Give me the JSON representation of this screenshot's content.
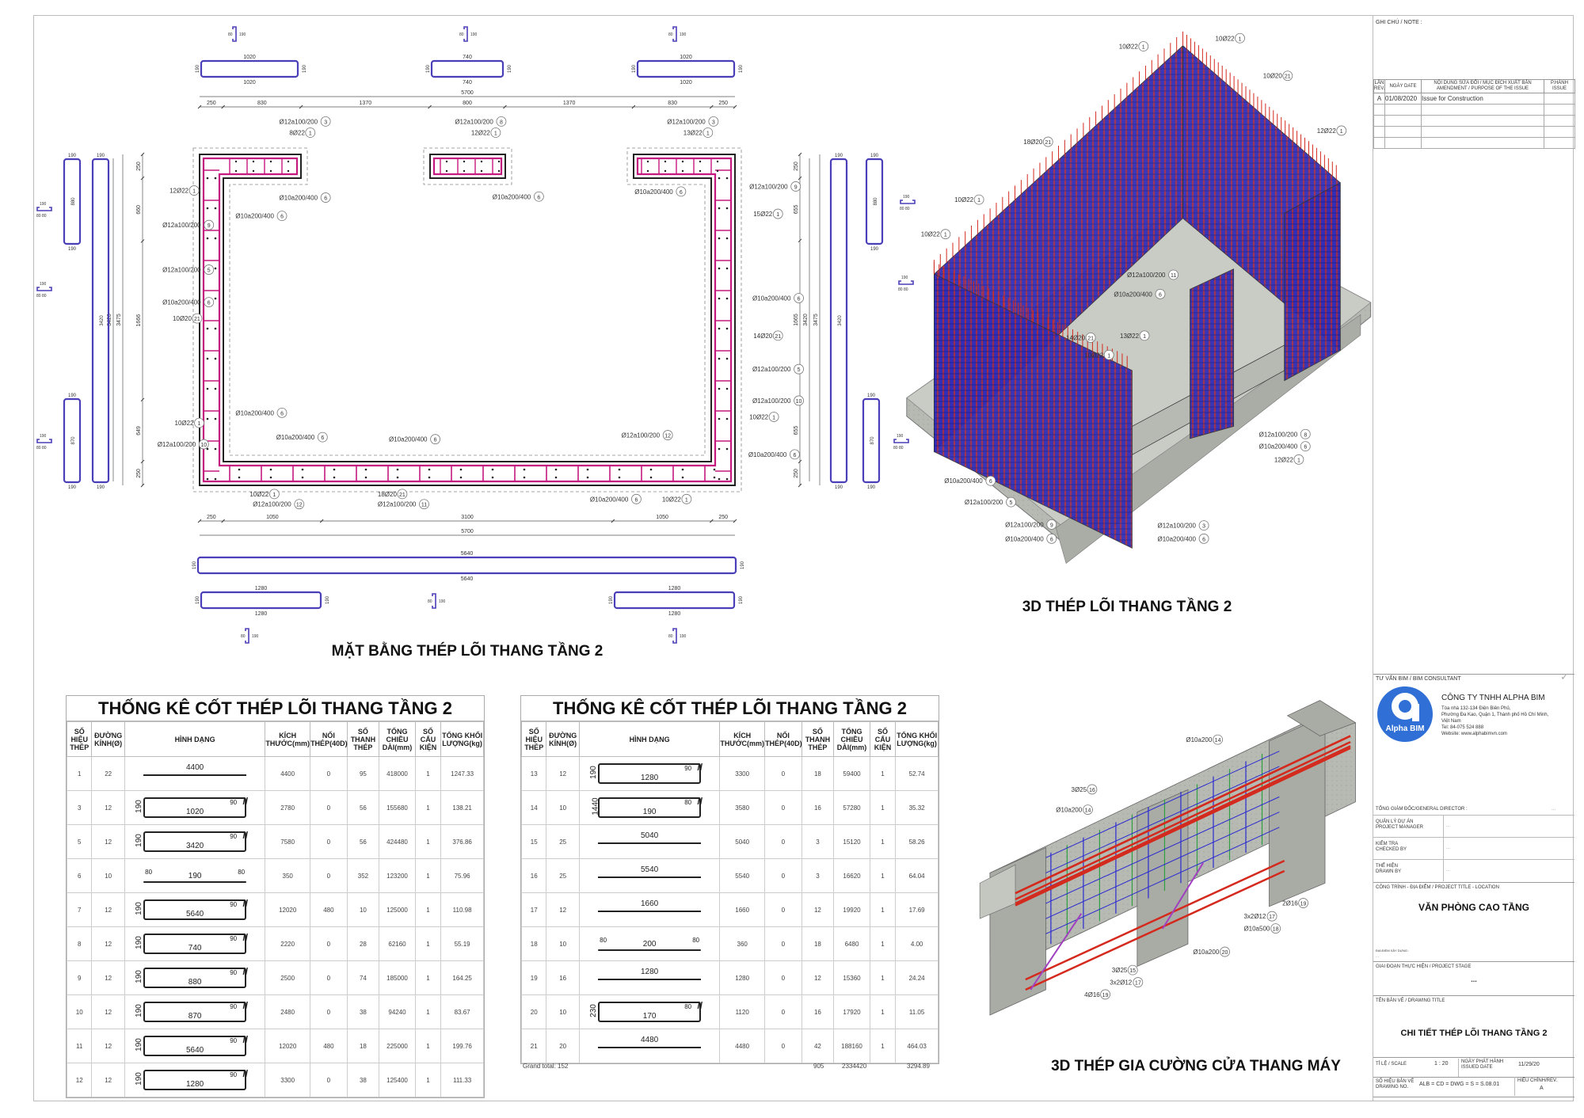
{
  "colors": {
    "rebar_plan": "#c4187f",
    "bar_shape": "#4a3fb8",
    "rebar_red": "#d42a1e",
    "rebar_blue": "#2a2ad0",
    "rebar_green": "#2ea043",
    "concrete": "#b9bcb5",
    "logo_blue": "#2f6fd6"
  },
  "plan": {
    "title": "MẶT BẰNG THÉP LÕI THANG TẦNG 2",
    "dims_top_total": "5700",
    "dims_top": [
      "250",
      "830",
      "1370",
      "800",
      "1370",
      "830",
      "250"
    ],
    "dims_bottom": [
      "250",
      "1050",
      "3100",
      "1050",
      "250"
    ],
    "dims_bottom_total": "5700",
    "dims_left": [
      "250",
      "660",
      "1666",
      "649",
      "250"
    ],
    "dims_left_total": "3475",
    "dims_left_inner": "3420",
    "dims_right": [
      "250",
      "655",
      "1665",
      "655",
      "250"
    ],
    "dims_right_total": "3475",
    "dims_right_inner": "3420",
    "bar_shapes": {
      "top": [
        {
          "len": "1020",
          "side": "190"
        },
        {
          "len": "740",
          "side": "190"
        },
        {
          "len": "1020",
          "side": "190"
        }
      ],
      "hook_small": {
        "len": "190",
        "ends": "80"
      },
      "bottom_long": {
        "len": "5640",
        "side": "190"
      },
      "bottom_short": [
        {
          "len": "1280",
          "side": "190"
        },
        {
          "len": "1280",
          "side": "190"
        }
      ],
      "left": [
        {
          "len": "880",
          "side": "190"
        },
        {
          "len": "3420",
          "side": "190"
        },
        {
          "len": "870",
          "side": "190"
        }
      ],
      "right": [
        {
          "len": "3420",
          "side": "190"
        },
        {
          "len": "880",
          "side": "190"
        },
        {
          "len": "870",
          "side": "190"
        }
      ]
    },
    "callouts": [
      {
        "text": "Ø12a100/200",
        "num": "3"
      },
      {
        "text": "8Ø22",
        "num": "1"
      },
      {
        "text": "Ø10a200/400",
        "num": "6"
      },
      {
        "text": "12Ø22",
        "num": "1"
      },
      {
        "text": "Ø10a200/400",
        "num": "6"
      },
      {
        "text": "Ø12a100/200",
        "num": "9"
      },
      {
        "text": "Ø12a100/200",
        "num": "5"
      },
      {
        "text": "Ø10a200/400",
        "num": "6"
      },
      {
        "text": "10Ø20",
        "num": "21"
      },
      {
        "text": "10Ø22",
        "num": "1"
      },
      {
        "text": "Ø12a100/200",
        "num": "10"
      },
      {
        "text": "Ø10a200/400",
        "num": "6"
      },
      {
        "text": "Ø10a200/400",
        "num": "6"
      },
      {
        "text": "Ø10a200/400",
        "num": "6"
      },
      {
        "text": "Ø12a100/200",
        "num": "12"
      },
      {
        "text": "Ø12a100/200",
        "num": "8"
      },
      {
        "text": "12Ø22",
        "num": "1"
      },
      {
        "text": "Ø10a200/400",
        "num": "6"
      },
      {
        "text": "Ø12a100/200",
        "num": "3"
      },
      {
        "text": "13Ø22",
        "num": "1"
      },
      {
        "text": "Ø10a200/400",
        "num": "6"
      },
      {
        "text": "Ø12a100/200",
        "num": "9"
      },
      {
        "text": "15Ø22",
        "num": "1"
      },
      {
        "text": "Ø10a200/400",
        "num": "6"
      },
      {
        "text": "14Ø20",
        "num": "21"
      },
      {
        "text": "Ø12a100/200",
        "num": "5"
      },
      {
        "text": "Ø12a100/200",
        "num": "10"
      },
      {
        "text": "10Ø22",
        "num": "1"
      },
      {
        "text": "Ø10a200/400",
        "num": "6"
      },
      {
        "text": "10Ø22",
        "num": "1"
      },
      {
        "text": "Ø12a100/200",
        "num": "12"
      },
      {
        "text": "18Ø20",
        "num": "21"
      },
      {
        "text": "Ø12a100/200",
        "num": "11"
      },
      {
        "text": "Ø10a200/400",
        "num": "6"
      },
      {
        "text": "10Ø22",
        "num": "1"
      }
    ]
  },
  "view3d_core": {
    "title": "3D THÉP LÕI THANG TẦNG 2",
    "callouts": [
      {
        "text": "10Ø22",
        "num": "1"
      },
      {
        "text": "10Ø22",
        "num": "1"
      },
      {
        "text": "10Ø20",
        "num": "21"
      },
      {
        "text": "12Ø22",
        "num": "1"
      },
      {
        "text": "18Ø20",
        "num": "21"
      },
      {
        "text": "10Ø22",
        "num": "1"
      },
      {
        "text": "10Ø22",
        "num": "1"
      },
      {
        "text": "Ø12a100/200",
        "num": "11"
      },
      {
        "text": "Ø10a200/400",
        "num": "6"
      },
      {
        "text": "14Ø20",
        "num": "21"
      },
      {
        "text": "13Ø22",
        "num": "1"
      },
      {
        "text": "10Ø22",
        "num": "1"
      },
      {
        "text": "Ø12a100/200",
        "num": "8"
      },
      {
        "text": "Ø10a200/400",
        "num": "6"
      },
      {
        "text": "12Ø22",
        "num": "1"
      },
      {
        "text": "Ø10a200/400",
        "num": "6"
      },
      {
        "text": "Ø12a100/200",
        "num": "5"
      },
      {
        "text": "Ø12a100/200",
        "num": "9"
      },
      {
        "text": "Ø10a200/400",
        "num": "6"
      },
      {
        "text": "Ø12a100/200",
        "num": "3"
      },
      {
        "text": "Ø10a200/400",
        "num": "6"
      }
    ]
  },
  "view3d_opening": {
    "title": "3D THÉP GIA CƯỜNG CỬA THANG MÁY",
    "callouts": [
      {
        "text": "Ø10a200",
        "num": "14"
      },
      {
        "text": "3Ø25",
        "num": "16"
      },
      {
        "text": "Ø10a200",
        "num": "14"
      },
      {
        "text": "2Ø16",
        "num": "19"
      },
      {
        "text": "3x2Ø12",
        "num": "17"
      },
      {
        "text": "Ø10a500",
        "num": "18"
      },
      {
        "text": "Ø10a200",
        "num": "20"
      },
      {
        "text": "3Ø25",
        "num": "15"
      },
      {
        "text": "3x2Ø12",
        "num": "17"
      },
      {
        "text": "4Ø16",
        "num": "19"
      }
    ]
  },
  "schedule": {
    "title": "THỐNG KÊ CỐT THÉP LÕI THANG TẦNG 2",
    "headers": [
      "SỐ HIỆU THÉP",
      "ĐƯỜNG KÍNH(Ø)",
      "HÌNH DẠNG",
      "KÍCH THƯỚC(mm)",
      "NỐI THÉP(40D)",
      "SỐ THANH THÉP",
      "TỔNG CHIỀU DÀI(mm)",
      "SỐ CẤU KIỆN",
      "TỔNG KHỐI LƯỢNG(kg)"
    ],
    "left_rows": [
      {
        "no": "1",
        "dia": "22",
        "shape": {
          "type": "straight",
          "len": "4400"
        },
        "size": "4400",
        "splice": "0",
        "count": "95",
        "total_len": "418000",
        "members": "1",
        "weight": "1247.33"
      },
      {
        "no": "3",
        "dia": "12",
        "shape": {
          "type": "stirrup",
          "len": "1020",
          "side": "190",
          "hook": "90"
        },
        "size": "2780",
        "splice": "0",
        "count": "56",
        "total_len": "155680",
        "members": "1",
        "weight": "138.21"
      },
      {
        "no": "5",
        "dia": "12",
        "shape": {
          "type": "stirrup",
          "len": "3420",
          "side": "190",
          "hook": "90"
        },
        "size": "7580",
        "splice": "0",
        "count": "56",
        "total_len": "424480",
        "members": "1",
        "weight": "376.86"
      },
      {
        "no": "6",
        "dia": "10",
        "shape": {
          "type": "hooked",
          "len": "190",
          "end": "80"
        },
        "size": "350",
        "splice": "0",
        "count": "352",
        "total_len": "123200",
        "members": "1",
        "weight": "75.96"
      },
      {
        "no": "7",
        "dia": "12",
        "shape": {
          "type": "stirrup",
          "len": "5640",
          "side": "190",
          "hook": "90"
        },
        "size": "12020",
        "splice": "480",
        "count": "10",
        "total_len": "125000",
        "members": "1",
        "weight": "110.98"
      },
      {
        "no": "8",
        "dia": "12",
        "shape": {
          "type": "stirrup",
          "len": "740",
          "side": "190",
          "hook": "90"
        },
        "size": "2220",
        "splice": "0",
        "count": "28",
        "total_len": "62160",
        "members": "1",
        "weight": "55.19"
      },
      {
        "no": "9",
        "dia": "12",
        "shape": {
          "type": "stirrup",
          "len": "880",
          "side": "190",
          "hook": "90"
        },
        "size": "2500",
        "splice": "0",
        "count": "74",
        "total_len": "185000",
        "members": "1",
        "weight": "164.25"
      },
      {
        "no": "10",
        "dia": "12",
        "shape": {
          "type": "stirrup",
          "len": "870",
          "side": "190",
          "hook": "90"
        },
        "size": "2480",
        "splice": "0",
        "count": "38",
        "total_len": "94240",
        "members": "1",
        "weight": "83.67"
      },
      {
        "no": "11",
        "dia": "12",
        "shape": {
          "type": "stirrup",
          "len": "5640",
          "side": "190",
          "hook": "90"
        },
        "size": "12020",
        "splice": "480",
        "count": "18",
        "total_len": "225000",
        "members": "1",
        "weight": "199.76"
      },
      {
        "no": "12",
        "dia": "12",
        "shape": {
          "type": "stirrup",
          "len": "1280",
          "side": "190",
          "hook": "90"
        },
        "size": "3300",
        "splice": "0",
        "count": "38",
        "total_len": "125400",
        "members": "1",
        "weight": "111.33"
      }
    ],
    "right_rows": [
      {
        "no": "13",
        "dia": "12",
        "shape": {
          "type": "stirrup",
          "len": "1280",
          "side": "190",
          "hook": "90"
        },
        "size": "3300",
        "splice": "0",
        "count": "18",
        "total_len": "59400",
        "members": "1",
        "weight": "52.74"
      },
      {
        "no": "14",
        "dia": "10",
        "shape": {
          "type": "stirrup",
          "len": "190",
          "side": "1440",
          "hook": "80"
        },
        "size": "3580",
        "splice": "0",
        "count": "16",
        "total_len": "57280",
        "members": "1",
        "weight": "35.32"
      },
      {
        "no": "15",
        "dia": "25",
        "shape": {
          "type": "straight",
          "len": "5040"
        },
        "size": "5040",
        "splice": "0",
        "count": "3",
        "total_len": "15120",
        "members": "1",
        "weight": "58.26"
      },
      {
        "no": "16",
        "dia": "25",
        "shape": {
          "type": "straight",
          "len": "5540"
        },
        "size": "5540",
        "splice": "0",
        "count": "3",
        "total_len": "16620",
        "members": "1",
        "weight": "64.04"
      },
      {
        "no": "17",
        "dia": "12",
        "shape": {
          "type": "straight",
          "len": "1660"
        },
        "size": "1660",
        "splice": "0",
        "count": "12",
        "total_len": "19920",
        "members": "1",
        "weight": "17.69"
      },
      {
        "no": "18",
        "dia": "10",
        "shape": {
          "type": "hooked",
          "len": "200",
          "end": "80"
        },
        "size": "360",
        "splice": "0",
        "count": "18",
        "total_len": "6480",
        "members": "1",
        "weight": "4.00"
      },
      {
        "no": "19",
        "dia": "16",
        "shape": {
          "type": "straight",
          "len": "1280"
        },
        "size": "1280",
        "splice": "0",
        "count": "12",
        "total_len": "15360",
        "members": "1",
        "weight": "24.24"
      },
      {
        "no": "20",
        "dia": "10",
        "shape": {
          "type": "stirrup",
          "len": "170",
          "side": "230",
          "hook": "80"
        },
        "size": "1120",
        "splice": "0",
        "count": "16",
        "total_len": "17920",
        "members": "1",
        "weight": "11.05"
      },
      {
        "no": "21",
        "dia": "20",
        "shape": {
          "type": "straight",
          "len": "4480"
        },
        "size": "4480",
        "splice": "0",
        "count": "42",
        "total_len": "188160",
        "members": "1",
        "weight": "464.03"
      }
    ],
    "grand_total": {
      "label": "Grand total: 152",
      "count": "905",
      "total_len": "2334420",
      "weight": "3294.89"
    }
  },
  "titleblock": {
    "note_label": "GHI CHÚ / NOTE :",
    "rev_headers": [
      "LẦN REV.",
      "NGÀY DATE",
      "NỘI DUNG SỬA ĐỔI / MỤC ĐÍCH XUẤT BẢN AMENDMENT / PURPOSE OF THE ISSUE",
      "P.HÀNH ISSUE"
    ],
    "revisions": [
      {
        "rev": "A",
        "date": "01/08/2020",
        "desc": "Issue for Construction",
        "issue": ""
      }
    ],
    "consultant_label": "TƯ VẤN BIM / BIM CONSULTANT",
    "logo_text": "Alpha BIM",
    "company": "CÔNG TY TNHH ALPHA BIM",
    "address_lines": [
      "Tòa nhà 132-134 Điện Biên Phủ,",
      "Phường Đa Kao, Quận 1, Thành phố Hồ Chí Minh,",
      "Việt Nam",
      "Tel: 84-075 524 888",
      "Website: www.alphabimvn.com"
    ],
    "director_label": "TỔNG GIÁM ĐỐC/GENERAL DIRECTOR :",
    "director_value": "...",
    "signatures": [
      {
        "label": "QUẢN LÝ DỰ ÁN\nPROJECT MANAGER",
        "value": "..."
      },
      {
        "label": "KIỂM TRA\nCHECKED BY",
        "value": "..."
      },
      {
        "label": "THỂ HIỆN\nDRAWN BY",
        "value": "..."
      }
    ],
    "project_label": "CÔNG TRÌNH - ĐỊA ĐIỂM / PROJECT TITLE - LOCATION",
    "project_title": "VĂN PHÒNG CAO TẦNG",
    "location_label": "ĐỊA ĐIỂM XÂY DỰNG :",
    "location_value": "...",
    "stage_label": "GIAI ĐOẠN THỰC HIỆN / PROJECT STAGE",
    "stage_value": "...",
    "drawing_title_label": "TÊN BẢN VẼ / DRAWING TITLE",
    "drawing_title": "CHI TIẾT THÉP LÕI THANG TẦNG 2",
    "scale_label": "TỈ LỆ / SCALE",
    "scale_value": "1 : 20",
    "issued_label": "NGÀY PHÁT HÀNH\nISSUED DATE",
    "issued_value": "11/29/20",
    "drawing_no_label": "SỐ HIỆU BẢN VẼ\nDRAWING NO.",
    "drawing_no": "ALB = CD = DWG = S = S.08.01",
    "rev_label": "HIỆU CHỈNH/REV.",
    "rev_value": "A"
  }
}
